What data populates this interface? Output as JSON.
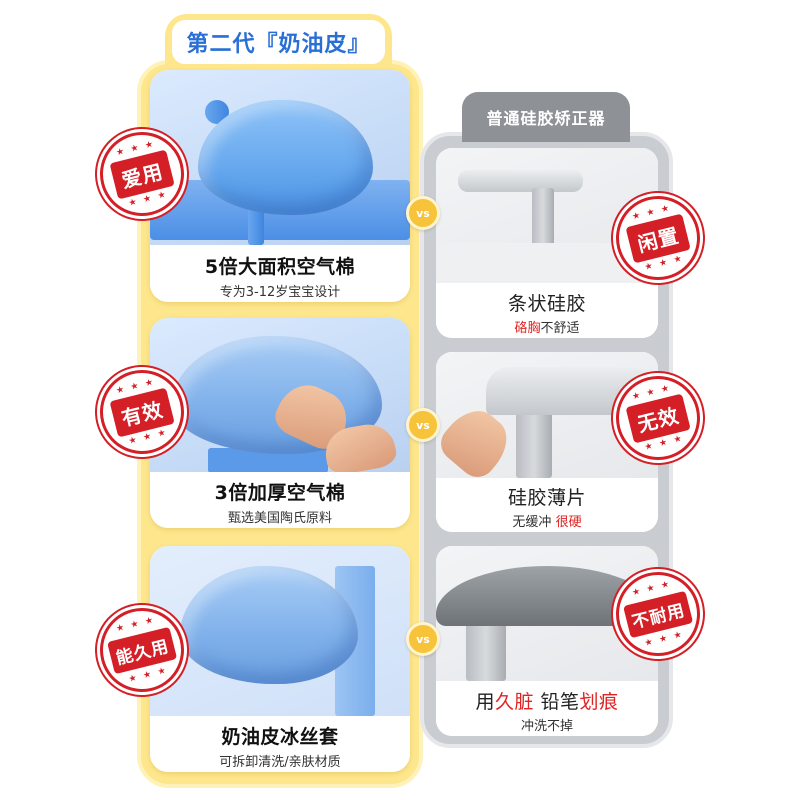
{
  "left": {
    "header": "第二代『奶油皮』",
    "cards": [
      {
        "title": "5倍大面积空气棉",
        "subtitle": "专为3-12岁宝宝设计",
        "stamp": "爱用"
      },
      {
        "title": "3倍加厚空气棉",
        "subtitle": "甄选美国陶氏原料",
        "stamp": "有效"
      },
      {
        "title": "奶油皮冰丝套",
        "subtitle": "可拆卸清洗/亲肤材质",
        "stamp": "能久用"
      }
    ]
  },
  "right": {
    "header": "普通硅胶矫正器",
    "cards": [
      {
        "title": "条状硅胶",
        "sub_red": "硌胸",
        "sub_rest": "不舒适",
        "stamp": "闲置"
      },
      {
        "title": "硅胶薄片",
        "sub_rest": "无缓冲",
        "sub_red": "很硬",
        "stamp": "无效"
      },
      {
        "title_a": "用",
        "title_red_a": "久脏",
        "title_b": " 铅笔",
        "title_red_b": "划痕",
        "subtitle": "冲洗不掉",
        "stamp": "不耐用"
      }
    ]
  },
  "vs_label": "vs",
  "stamp_stars": "★ ★ ★",
  "colors": {
    "left_bg": "#fde68c",
    "right_bg": "#c9ccd0",
    "accent_blue": "#2a6fd6",
    "stamp_red": "#d41f26",
    "text_red": "#e02424",
    "vs_gold": "#f6c33a"
  }
}
